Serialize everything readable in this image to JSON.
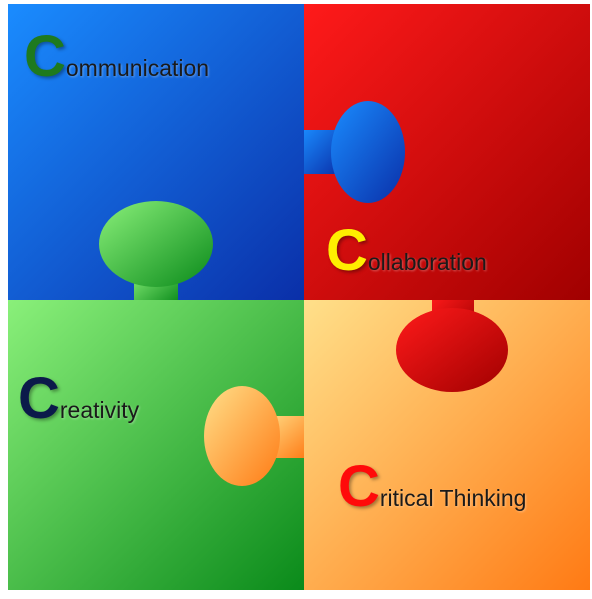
{
  "pieces": [
    {
      "id": "communication",
      "initial": "C",
      "rest": "ommunication",
      "initial_color": "#1e7a1e",
      "fill_start": "#1a8cff",
      "fill_end": "#0a2fa8"
    },
    {
      "id": "collaboration",
      "initial": "C",
      "rest": "ollaboration",
      "initial_color": "#ffee00",
      "fill_start": "#ff1a1a",
      "fill_end": "#a00000"
    },
    {
      "id": "creativity",
      "initial": "C",
      "rest": "reativity",
      "initial_color": "#0b1a4a",
      "fill_start": "#8af07a",
      "fill_end": "#0a8a1a"
    },
    {
      "id": "critical-thinking",
      "initial": "C",
      "rest": "ritical Thinking",
      "initial_color": "#ff0a0a",
      "fill_start": "#ffe08a",
      "fill_end": "#ff7a14"
    }
  ]
}
